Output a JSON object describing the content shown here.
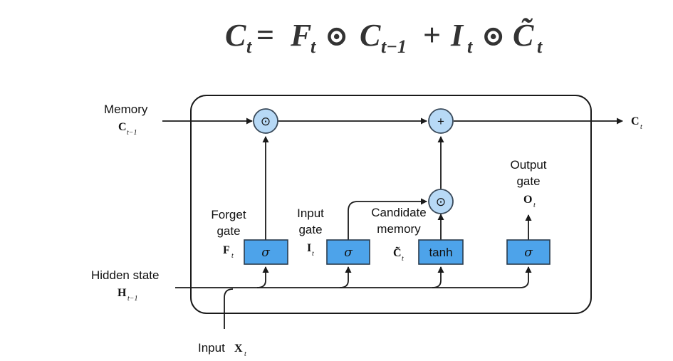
{
  "equation": {
    "lhs": "C",
    "lhs_sub": "t",
    "eq": "=",
    "f": "F",
    "f_sub": "t",
    "odot1": "⊙",
    "c_prev": "C",
    "c_prev_sub": "t−1",
    "plus": "+",
    "i": "I",
    "i_sub": "t",
    "odot2": "⊙",
    "c_tilde": "C̃",
    "c_tilde_sub": "t"
  },
  "labels": {
    "memory": "Memory",
    "memory_var": "C",
    "memory_sub": "t−1",
    "hidden": "Hidden state",
    "hidden_var": "H",
    "hidden_sub": "t−1",
    "input_prefix": "Input",
    "input_var": "X",
    "input_sub": "t",
    "output_var": "C",
    "output_sub": "t",
    "forget_l1": "Forget",
    "forget_l2": "gate",
    "forget_var": "F",
    "forget_sub": "t",
    "input_l1": "Input",
    "input_l2": "gate",
    "input_gate_var": "I",
    "input_gate_sub": "t",
    "cand_l1": "Candidate",
    "cand_l2": "memory",
    "cand_var": "C̃",
    "cand_sub": "t",
    "out_l1": "Output",
    "out_l2": "gate",
    "out_var": "O",
    "out_sub": "t"
  },
  "gates": {
    "forget": "σ",
    "input": "σ",
    "candidate": "tanh",
    "output": "σ"
  },
  "ops": {
    "mul_symbol": "⊙",
    "add_symbol": "+"
  },
  "colors": {
    "gate_fill": "#4da3ea",
    "gate_stroke": "#2a3b4d",
    "op_fill": "#b7d9f6",
    "op_stroke": "#3a4a5a",
    "line": "#1a1a1a"
  }
}
